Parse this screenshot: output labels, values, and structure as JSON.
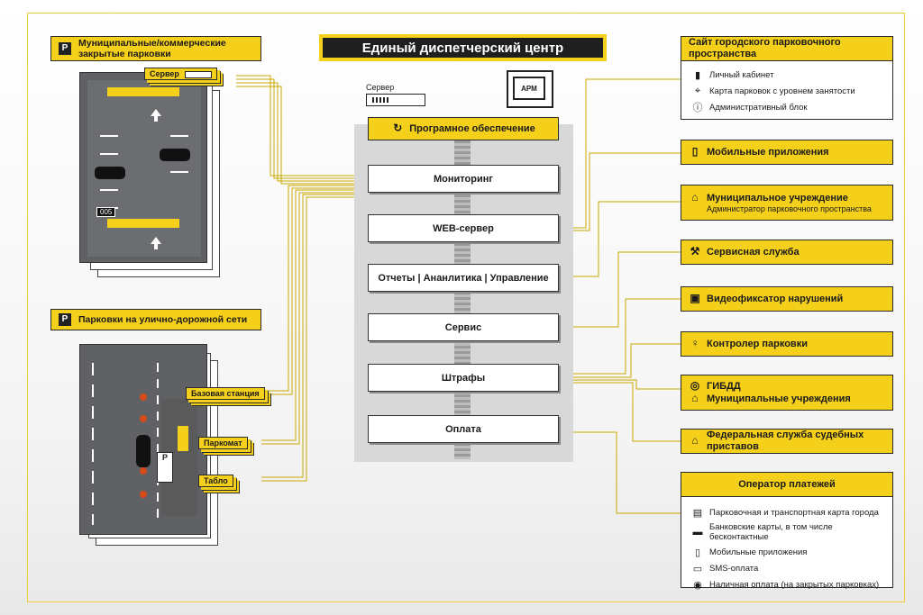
{
  "title": "Единый диспетчерский центр",
  "left_top": {
    "heading": "Муниципальные/коммерческие закрытые парковки",
    "server_label": "Сервер",
    "counter": "005"
  },
  "left_bottom": {
    "heading": "Парковки на улично-дорожной сети",
    "tags": [
      "Базовая станция",
      "Паркомат",
      "Табло"
    ],
    "sign_text": "P"
  },
  "center": {
    "server_label": "Сервер",
    "arm_label": "АРМ",
    "software_label": "Програмное обеспечение",
    "modules": [
      "Мониторинг",
      "WEB-сервер",
      "Отчеты | Ананлитика | Управление",
      "Сервис",
      "Штрафы",
      "Оплата"
    ]
  },
  "right": {
    "site": {
      "title": "Сайт городского парковочного пространства",
      "items": [
        {
          "icon": "door-icon",
          "label": "Личный кабинет"
        },
        {
          "icon": "map-pin-icon",
          "label": "Карта парковок с уровнем занятости"
        },
        {
          "icon": "info-icon",
          "label": "Административный блок"
        }
      ]
    },
    "mobile": "Мобильные приложения",
    "municipal": {
      "title": "Муниципальное учреждение",
      "sub": "Администратор парковочного пространства"
    },
    "service": "Сервисная служба",
    "camera": "Видеофиксатор нарушений",
    "controller": "Контролер парковки",
    "gibdd": {
      "line1": "ГИБДД",
      "line2": "Муниципальные учреждения"
    },
    "bailiffs": "Федеральная служба судебных приставов",
    "payments": {
      "title": "Оператор платежей",
      "items": [
        {
          "icon": "transport-card-icon",
          "label": "Парковочная и транспортная карта города"
        },
        {
          "icon": "bank-card-icon",
          "label": "Банковские карты, в том числе бесконтактные"
        },
        {
          "icon": "phone-icon",
          "label": "Мобильные приложения"
        },
        {
          "icon": "sms-icon",
          "label": "SMS-оплата"
        },
        {
          "icon": "cash-icon",
          "label": "Наличная оплата (на закрытых парковках)"
        }
      ]
    }
  },
  "colors": {
    "accent": "#f5d01a",
    "dark": "#1f1f1f",
    "lot": "#5f6164"
  }
}
